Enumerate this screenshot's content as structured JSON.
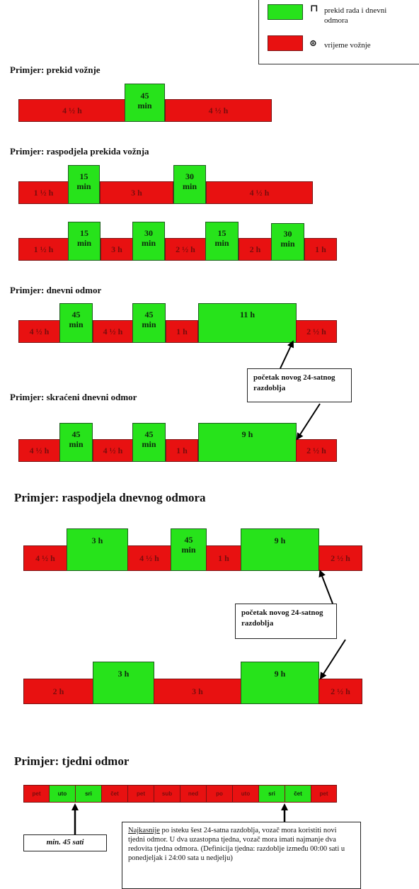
{
  "legend": {
    "break_label": "prekid rada i dnevni odmora",
    "drive_label": "vrijeme vožnje",
    "break_symbol": "⊓",
    "drive_symbol": "⊚",
    "colors": {
      "break": "#27e31b",
      "drive": "#e81111"
    }
  },
  "sections": {
    "s1": "Primjer: prekid vožnje",
    "s2": "Primjer: raspodjela prekida vožnja",
    "s3": "Primjer: dnevni odmor",
    "s4": "Primjer: skraćeni dnevni odmor",
    "s5": "Primjer: raspodjela dnevnog odmora",
    "s6": "Primjer: tjedni odmor"
  },
  "labels": {
    "h4_5": "4 ½ h",
    "h1_5": "1 ½ h",
    "h2_5": "2 ½ h",
    "h1": "1 h",
    "h2": "2 h",
    "h3": "3 h",
    "h9": "9 h",
    "h11": "11 h",
    "n45": "45",
    "n30": "30",
    "n15": "15",
    "min": "min"
  },
  "notes": {
    "new_period": "početak novog 24-satnog razdoblja",
    "min45": "min. 45 sati",
    "latest_word": "Najkasnije",
    "latest_rest": " po isteku šest 24-satna razdoblja, vozač mora koristiti novi tjedni odmor. U dva uzastopna tjedna, vozač mora imati najmanje dva redovita tjedna odmora. (Definicija tjedna: razdoblje između 00:00 sati u ponedjeljak i 24:00 sata u nedjelju)"
  },
  "week_days": [
    "pet",
    "uto",
    "sri",
    "čet",
    "pet",
    "sub",
    "ned",
    "po",
    "uto",
    "sri",
    "čet",
    "pet"
  ]
}
